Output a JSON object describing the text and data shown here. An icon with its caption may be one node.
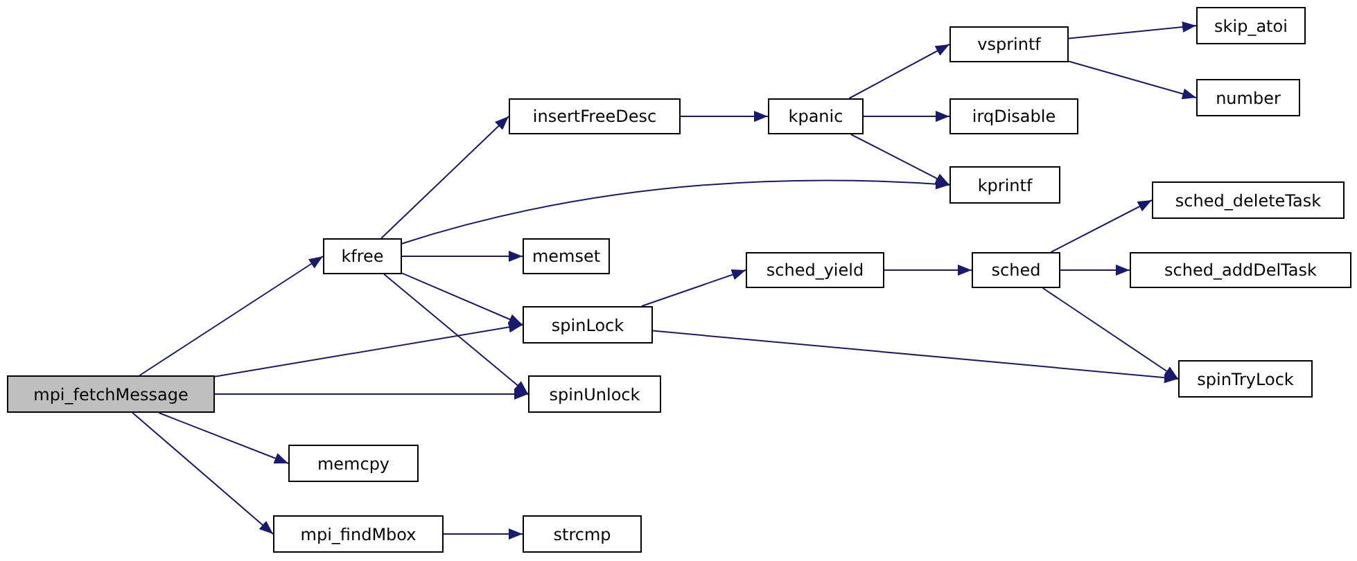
{
  "diagram": {
    "nodes": [
      {
        "text": [
          "mpi_fetchMessage"
        ]
      },
      {
        "text": [
          "kfree"
        ]
      },
      {
        "text": [
          "insertFreeDesc"
        ]
      },
      {
        "text": [
          "kpanic"
        ]
      },
      {
        "text": [
          "vsprintf"
        ]
      },
      {
        "text": [
          "skip_atoi"
        ]
      },
      {
        "text": [
          "number"
        ]
      },
      {
        "text": [
          "irqDisable"
        ]
      },
      {
        "text": [
          "kprintf"
        ]
      },
      {
        "text": [
          "memset"
        ]
      },
      {
        "text": [
          "sched_yield"
        ]
      },
      {
        "text": [
          "sched"
        ]
      },
      {
        "text": [
          "sched_deleteTask"
        ]
      },
      {
        "text": [
          "sched_addDelTask"
        ]
      },
      {
        "text": [
          "spinLock"
        ]
      },
      {
        "text": [
          "spinTryLock"
        ]
      },
      {
        "text": [
          "spinUnlock"
        ]
      },
      {
        "text": [
          "memcpy"
        ]
      },
      {
        "text": [
          "mpi_findMbox"
        ]
      },
      {
        "text": [
          "strcmp"
        ]
      }
    ],
    "edges": [
      {
        "from": 0,
        "to": 1,
        "arrow": "to"
      },
      {
        "from": 0,
        "to": 14,
        "arrow": "to"
      },
      {
        "from": 0,
        "to": 16,
        "arrow": "to"
      },
      {
        "from": 0,
        "to": 17,
        "arrow": "to"
      },
      {
        "from": 0,
        "to": 18,
        "arrow": "to"
      },
      {
        "from": 1,
        "to": 2,
        "arrow": "to"
      },
      {
        "from": 1,
        "to": 8,
        "arrow": "to"
      },
      {
        "from": 1,
        "to": 9,
        "arrow": "to"
      },
      {
        "from": 1,
        "to": 14,
        "arrow": "to"
      },
      {
        "from": 1,
        "to": 16,
        "arrow": "to"
      },
      {
        "from": 2,
        "to": 3,
        "arrow": "to"
      },
      {
        "from": 3,
        "to": 4,
        "arrow": "to"
      },
      {
        "from": 3,
        "to": 7,
        "arrow": "to"
      },
      {
        "from": 3,
        "to": 8,
        "arrow": "to"
      },
      {
        "from": 4,
        "to": 5,
        "arrow": "to"
      },
      {
        "from": 4,
        "to": 6,
        "arrow": "to"
      },
      {
        "from": 14,
        "to": 10,
        "arrow": "to"
      },
      {
        "from": 14,
        "to": 15,
        "arrow": "to"
      },
      {
        "from": 10,
        "to": 11,
        "arrow": "to"
      },
      {
        "from": 11,
        "to": 12,
        "arrow": "to"
      },
      {
        "from": 11,
        "to": 13,
        "arrow": "to"
      },
      {
        "from": 11,
        "to": 15,
        "arrow": "to"
      },
      {
        "from": 18,
        "to": 19,
        "arrow": "to"
      }
    ]
  }
}
